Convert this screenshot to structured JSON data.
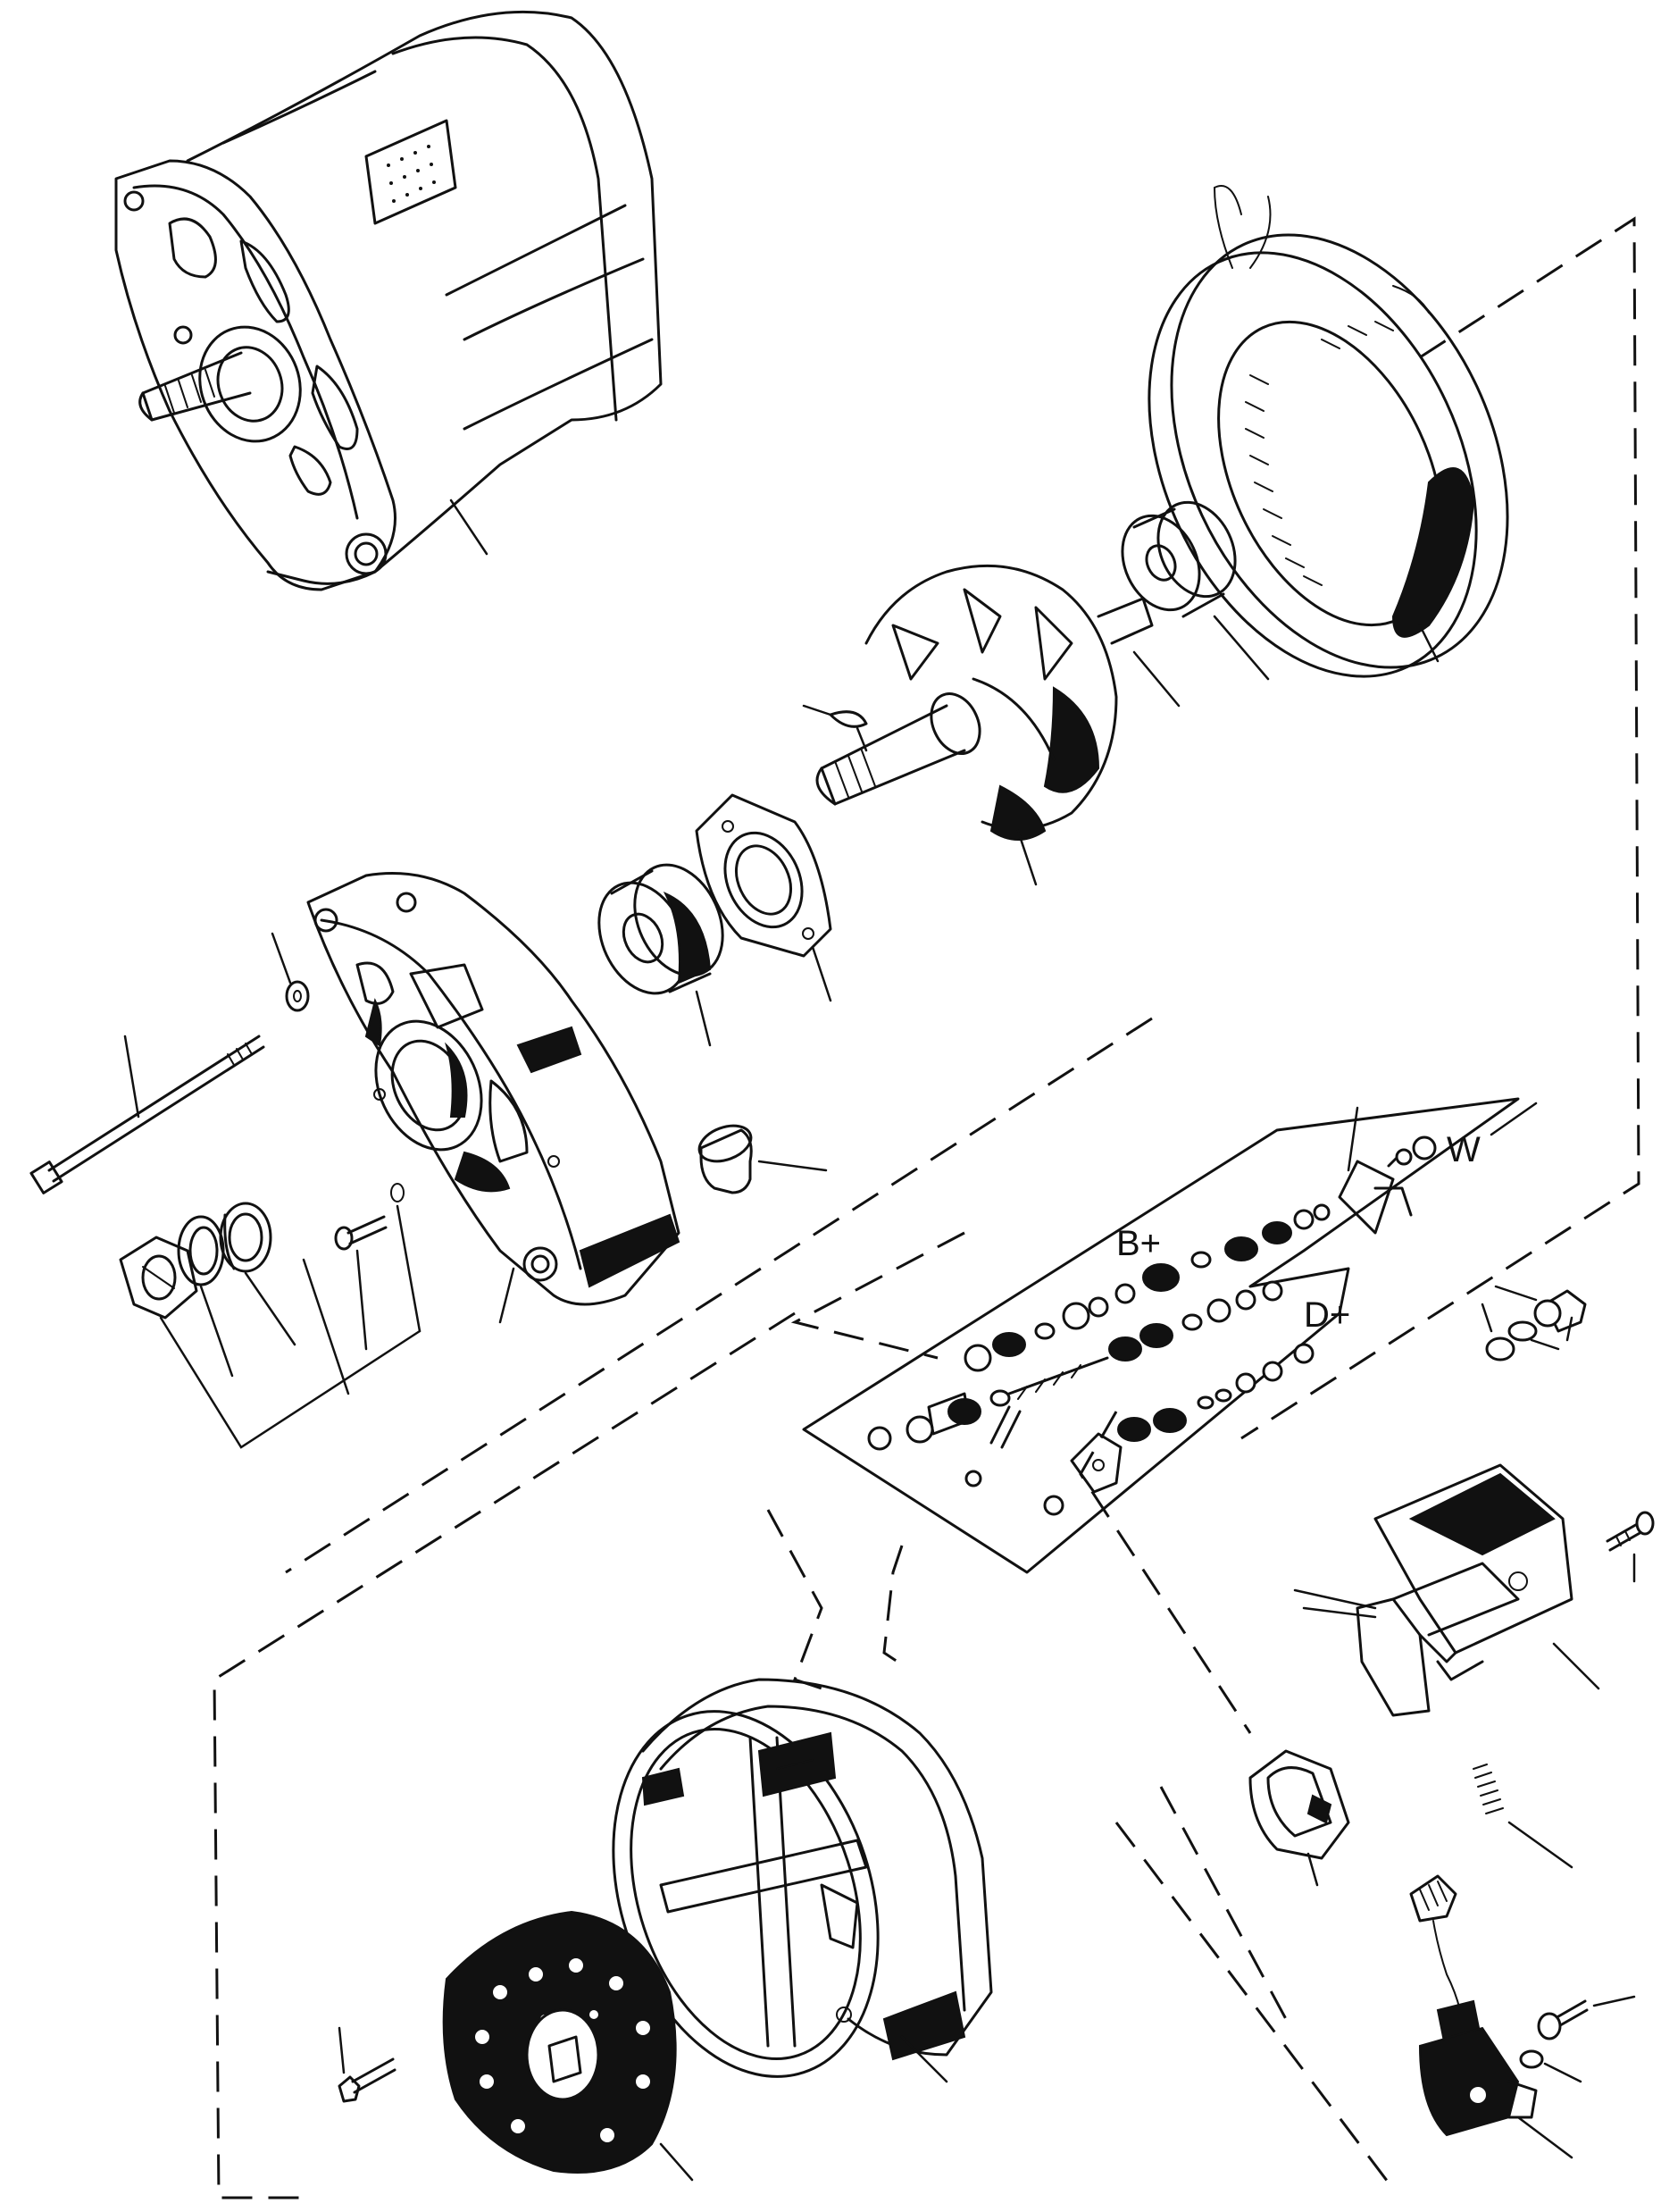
{
  "terminals": {
    "b_plus": "B+",
    "d_plus": "D+",
    "w": "W"
  },
  "colors": {
    "ink": "#111111",
    "paper": "#ffffff"
  }
}
